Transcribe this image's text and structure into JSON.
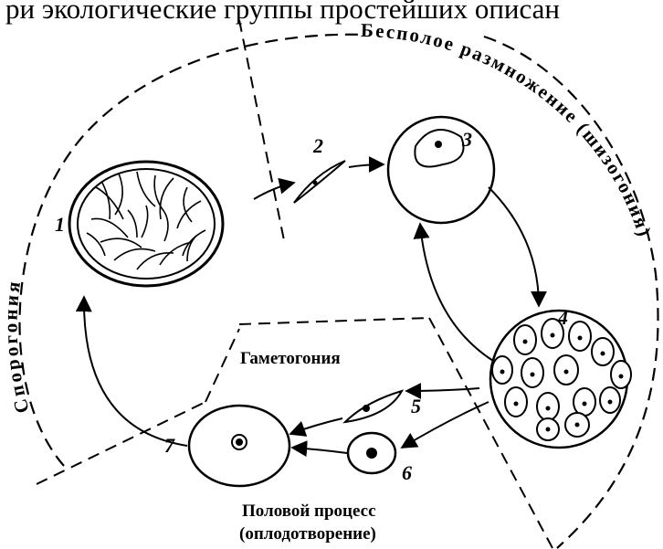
{
  "header_text": "ри экологические группы простейших описан",
  "labels": {
    "asexual": "Бесполое размножение (шизогония)",
    "sporogony": "Спорогония",
    "gametogony": "Гаметогония",
    "sexual_line1": "Половой процесс",
    "sexual_line2": "(оплодотворение)"
  },
  "numbers": [
    "1",
    "2",
    "3",
    "4",
    "5",
    "6",
    "7"
  ]
}
